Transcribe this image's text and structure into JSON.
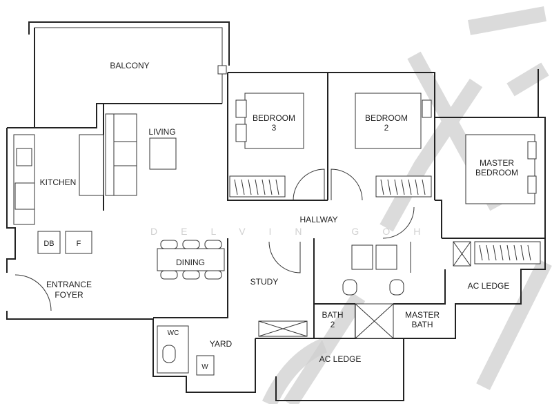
{
  "rooms": {
    "balcony": "BALCONY",
    "living": "LIVING",
    "kitchen": "KITCHEN",
    "bedroom3_a": "BEDROOM",
    "bedroom3_b": "3",
    "bedroom2_a": "BEDROOM",
    "bedroom2_b": "2",
    "master_a": "MASTER",
    "master_b": "BEDROOM",
    "hallway": "HALLWAY",
    "dining": "DINING",
    "foyer_a": "ENTRANCE",
    "foyer_b": "FOYER",
    "study": "STUDY",
    "bath2_a": "BATH",
    "bath2_b": "2",
    "masterbath_a": "MASTER",
    "masterbath_b": "BATH",
    "ac_ledge_right": "AC LEDGE",
    "ac_ledge_bottom": "AC LEDGE",
    "yard": "YARD",
    "wc": "WC",
    "db": "DB",
    "f": "F",
    "w": "W"
  },
  "watermark": "DELVIN GOH"
}
